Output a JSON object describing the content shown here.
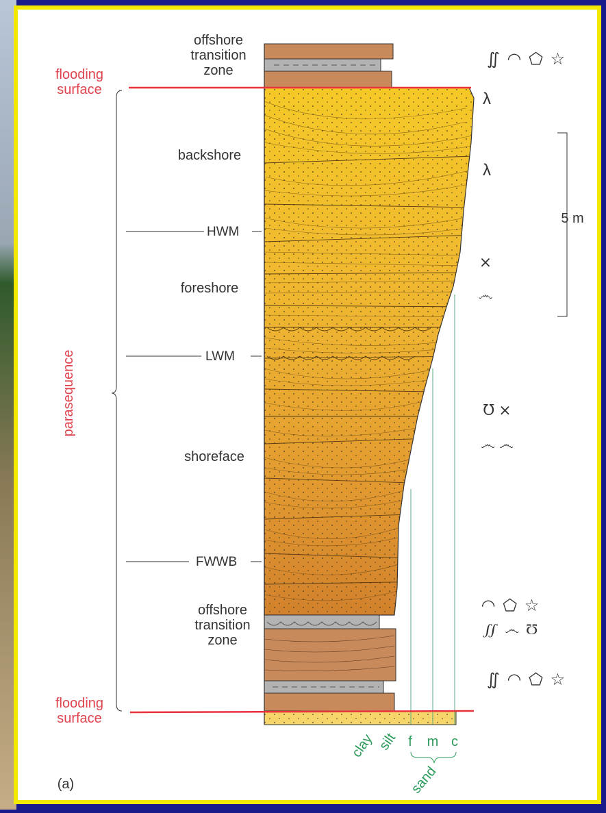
{
  "labels": {
    "top_zone": [
      "offshore",
      "transition",
      "zone"
    ],
    "flooding_top": [
      "flooding",
      "surface"
    ],
    "backshore": "backshore",
    "hwm": "HWM",
    "foreshore": "foreshore",
    "lwm": "LWM",
    "shoreface": "shoreface",
    "fwwb": "FWWB",
    "bottom_zone": [
      "offshore",
      "transition",
      "zone"
    ],
    "flooding_bottom": [
      "flooding",
      "surface"
    ],
    "parasequence": "parasequence",
    "scale": "5 m",
    "panel": "(a)"
  },
  "grain_axis": {
    "clay": "clay",
    "silt": "silt",
    "f": "f",
    "m": "m",
    "c": "c",
    "sand": "sand"
  },
  "symbols": {
    "row_top": "∬ ◠ ⬠ ☆",
    "lambda1": "λ",
    "lambda2": "λ",
    "burrow1": "⨯",
    "burrow2": "෴",
    "mid_row1": "℧ ⨯",
    "mid_row2": "෴ ෴",
    "low_row1": "◠ ⬠ ☆",
    "low_row2": "∬ ෴ ℧",
    "row_bottom": "∬ ◠ ⬠ ☆"
  },
  "colors": {
    "flood_line": "#e8323c",
    "sand_top": "#f2c52a",
    "sand_bottom": "#d88a2a",
    "mud": "#c6885c",
    "shale_grey": "#a8a8a8",
    "green_line": "#5aaa80",
    "frame": "#f2e800"
  }
}
